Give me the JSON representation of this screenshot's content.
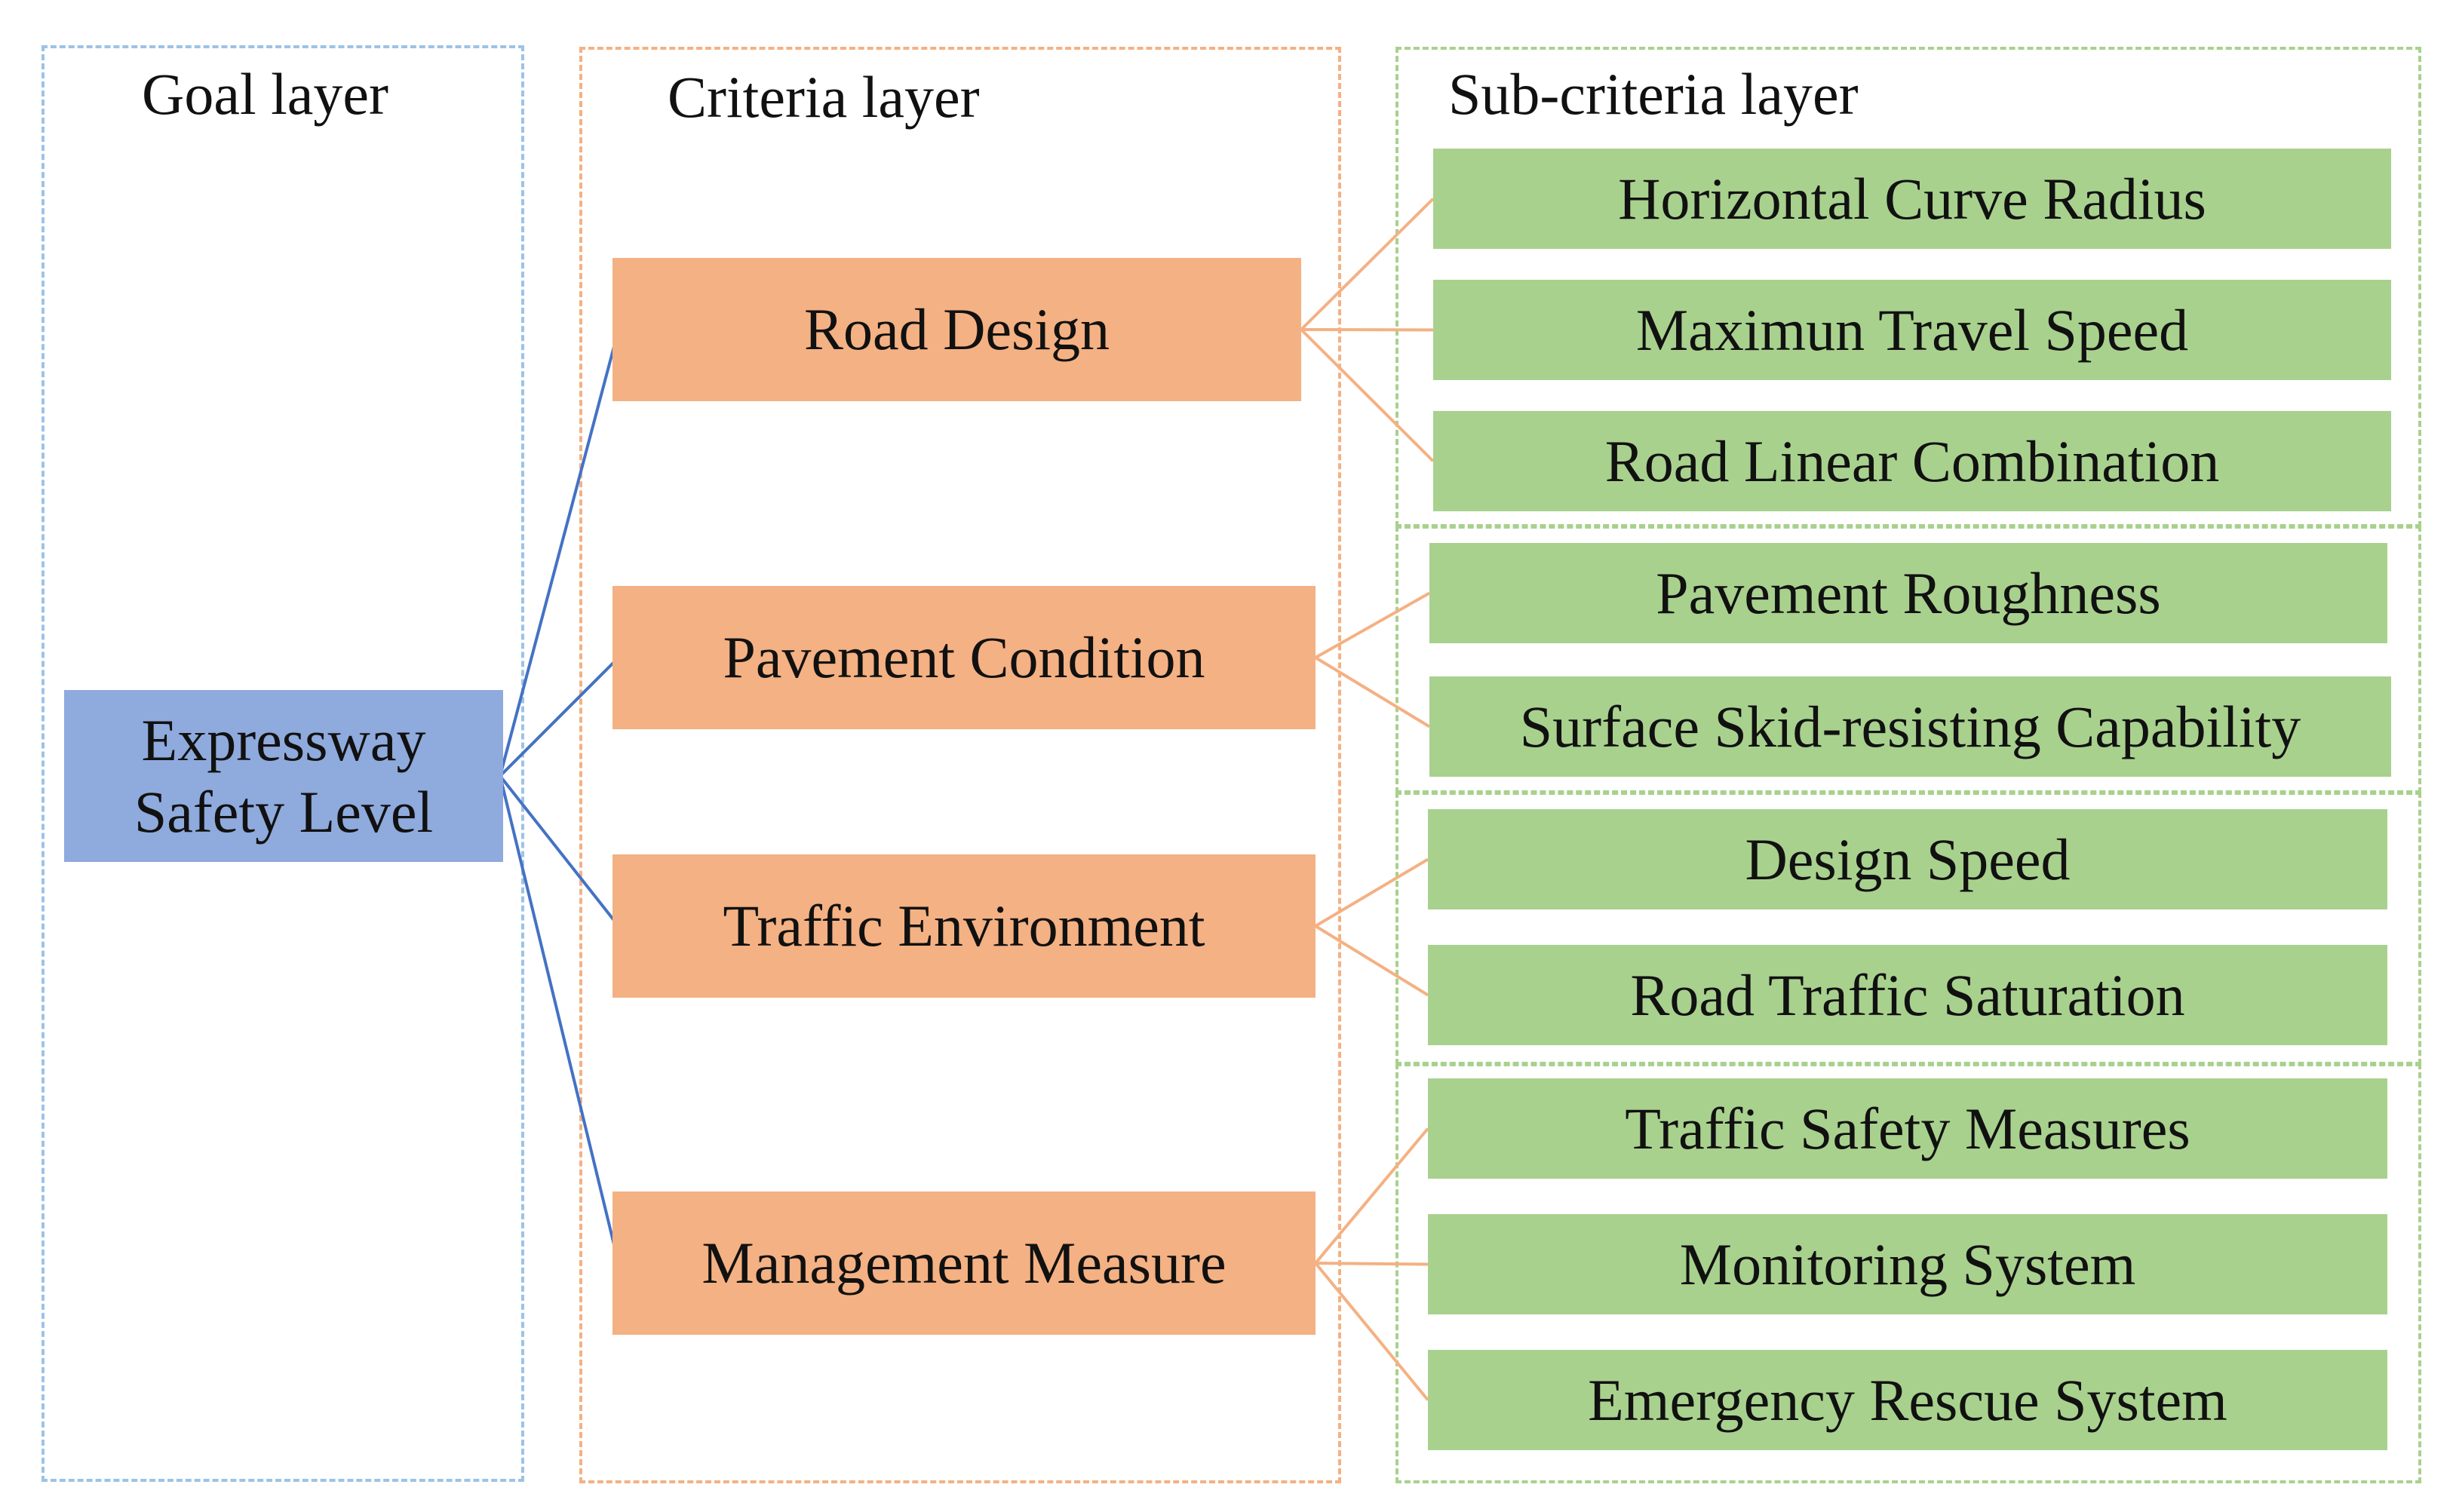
{
  "layers": {
    "goal": {
      "title": "Goal layer",
      "border_color": "#9dc3e6"
    },
    "criteria": {
      "title": "Criteria layer",
      "border_color": "#f4b183"
    },
    "subcriteria": {
      "title": "Sub-criteria layer",
      "border_color": "#a9d18e"
    }
  },
  "colors": {
    "goal_fill": "#8faadc",
    "criteria_fill": "#f4b183",
    "subcriteria_fill": "#a9d18e",
    "goal_link": "#4472c4",
    "criteria_link": "#f4b183"
  },
  "goal": {
    "label": "Expressway Safety Level"
  },
  "criteria": [
    {
      "label": "Road Design"
    },
    {
      "label": "Pavement Condition"
    },
    {
      "label": "Traffic Environment"
    },
    {
      "label": "Management Measure"
    }
  ],
  "subcriteria": [
    {
      "label": "Horizontal Curve Radius",
      "parent": 0
    },
    {
      "label": "Maximun Travel Speed",
      "parent": 0
    },
    {
      "label": "Road Linear Combination",
      "parent": 0
    },
    {
      "label": "Pavement Roughness",
      "parent": 1
    },
    {
      "label": "Surface Skid-resisting Capability",
      "parent": 1
    },
    {
      "label": "Design Speed",
      "parent": 2
    },
    {
      "label": "Road Traffic Saturation",
      "parent": 2
    },
    {
      "label": "Traffic Safety Measures",
      "parent": 3
    },
    {
      "label": "Monitoring System",
      "parent": 3
    },
    {
      "label": "Emergency Rescue System",
      "parent": 3
    }
  ]
}
